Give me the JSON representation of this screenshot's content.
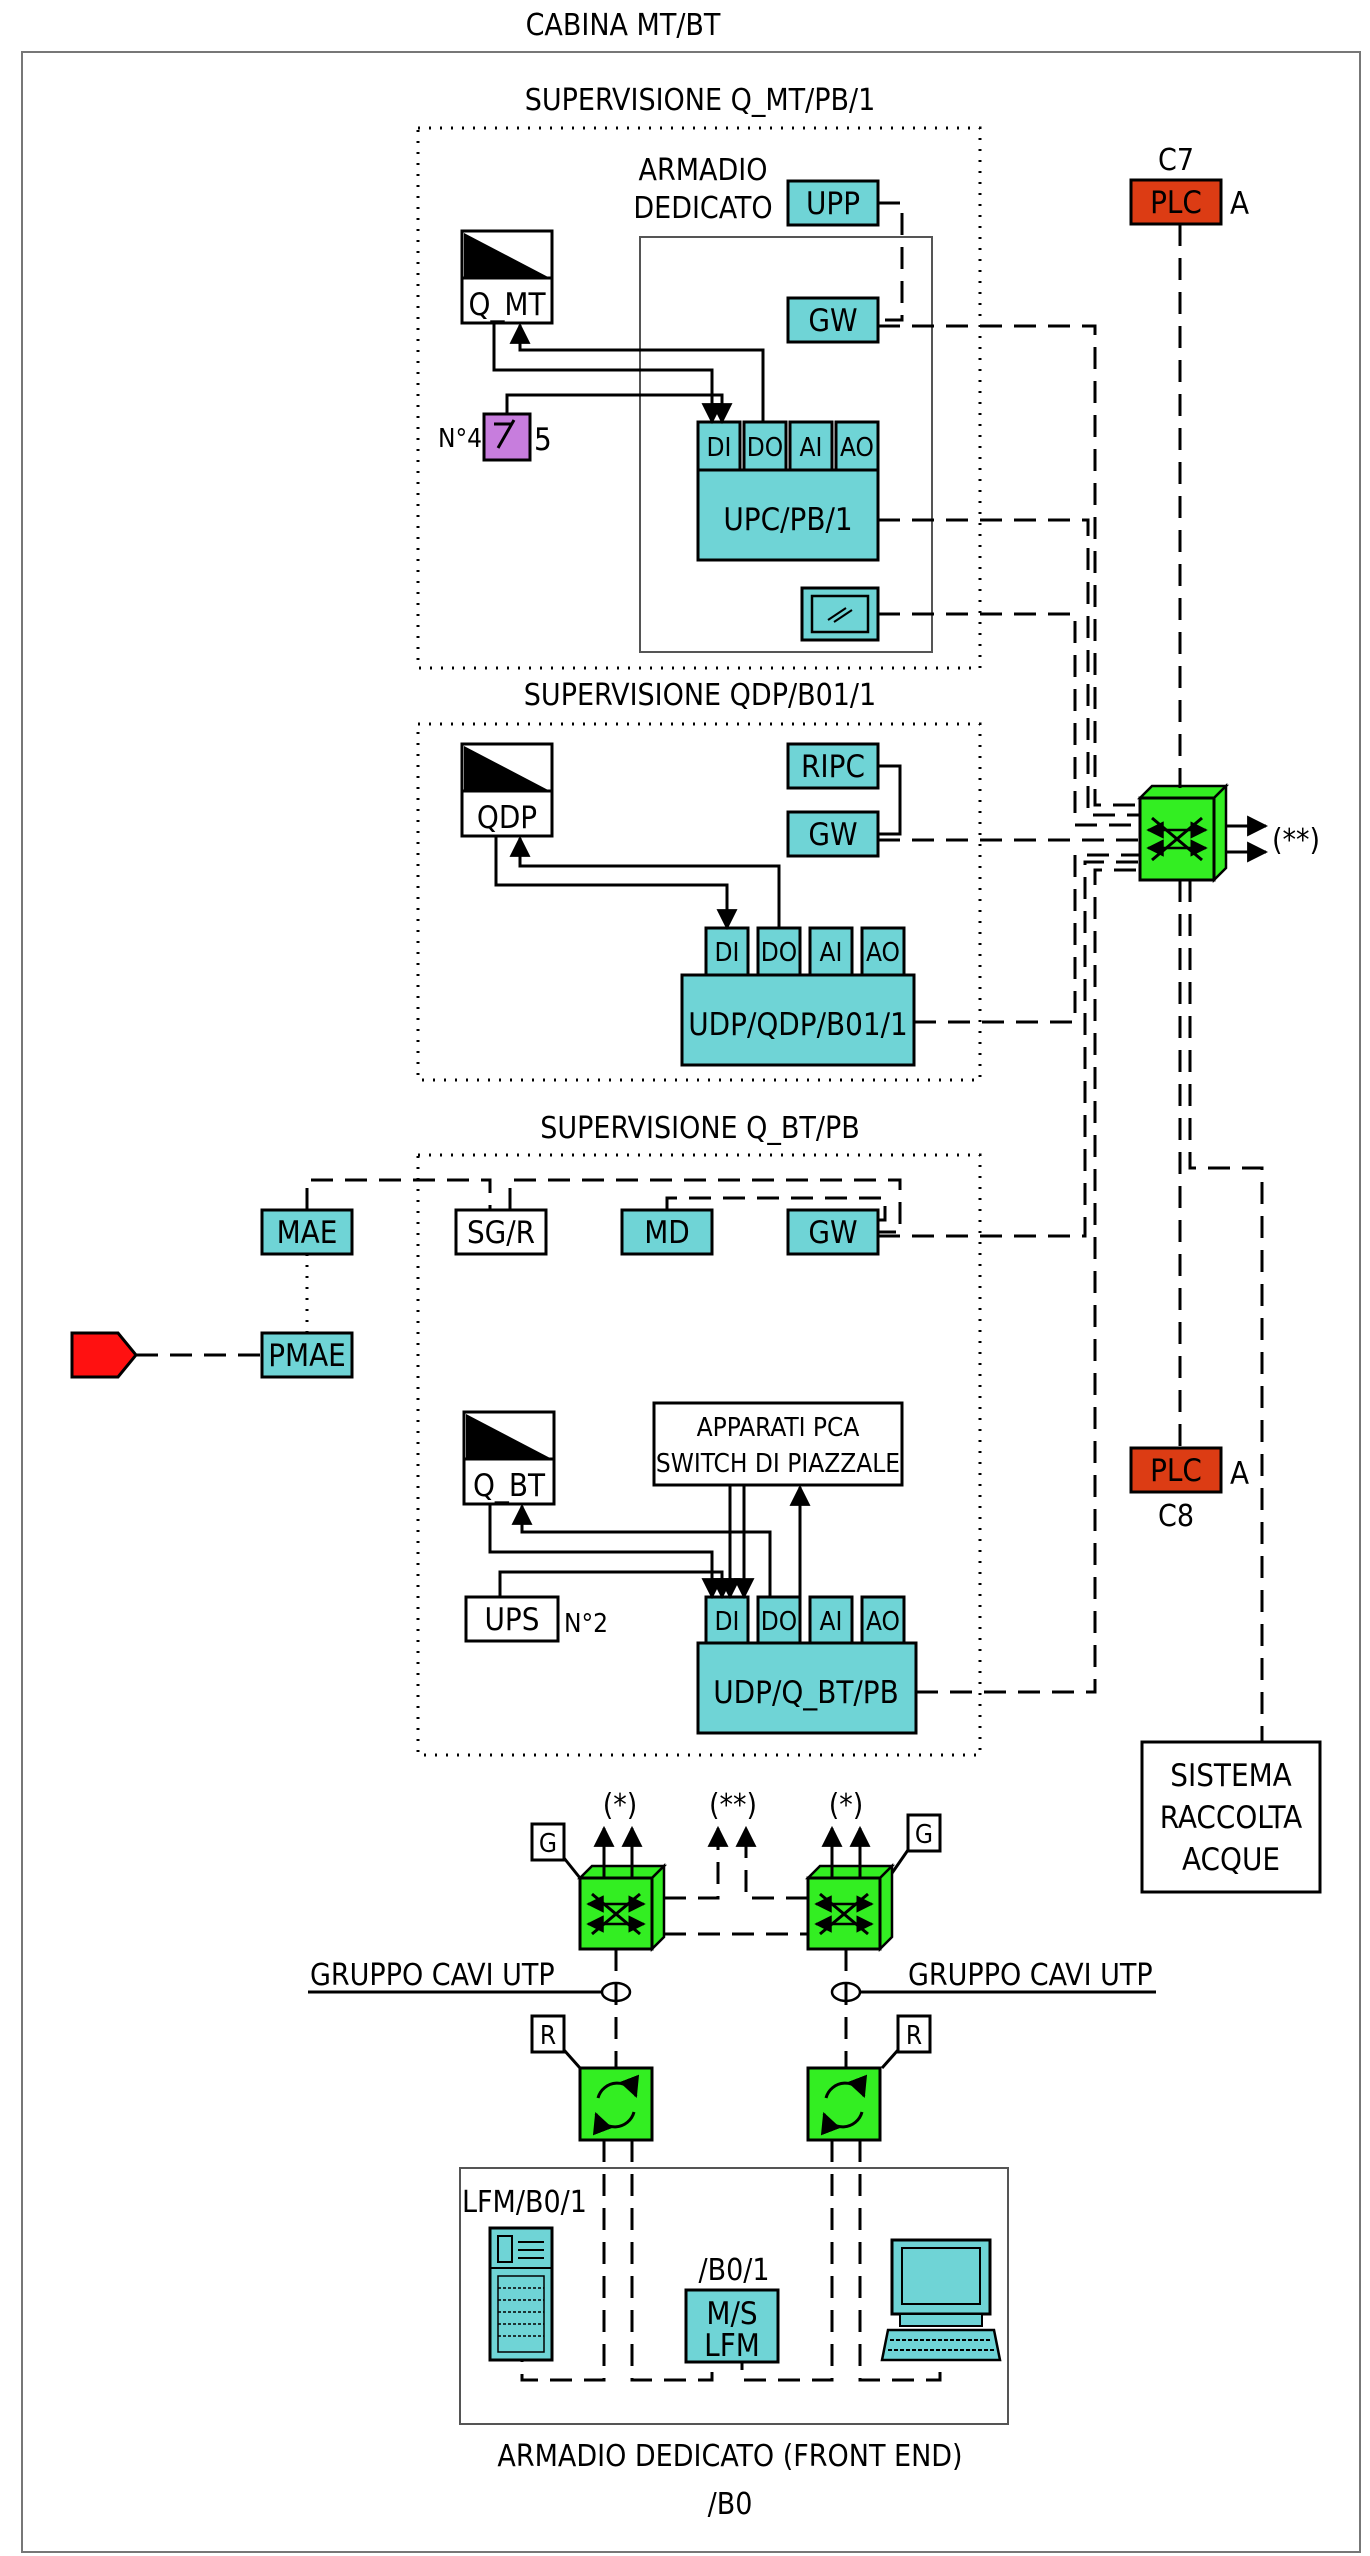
{
  "cabinet_title": "CABINA MT/BT",
  "sections": {
    "s1_title": "SUPERVISIONE Q_MT/PB/1",
    "s2_title": "SUPERVISIONE QDP/B01/1",
    "s3_title": "SUPERVISIONE Q_BT/PB"
  },
  "armadio_line1": "ARMADIO",
  "armadio_line2": "DEDICATO",
  "boxes": {
    "upp": "UPP",
    "gw": "GW",
    "q_mt": "Q_MT",
    "upc": "UPC/PB/1",
    "ripc": "RIPC",
    "qdp": "QDP",
    "udp_qdp": "UDP/QDP/B01/1",
    "mae": "MAE",
    "pmae": "PMAE",
    "sgr": "SG/R",
    "md": "MD",
    "q_bt": "Q_BT",
    "ups": "UPS",
    "udp_qbt": "UDP/Q_BT/PB",
    "apparati_l1": "APPARATI PCA",
    "apparati_l2": "SWITCH DI PIAZZALE",
    "plc": "PLC"
  },
  "io": {
    "di": "DI",
    "do": "DO",
    "ai": "AI",
    "ao": "AO"
  },
  "labels": {
    "n4": "N°4",
    "five": "5",
    "n2": "N°2",
    "c7": "C7",
    "c8": "C8",
    "a": "A",
    "double_star": "(**)",
    "star": "(*)",
    "g": "G",
    "r": "R",
    "gruppo_cavi": "GRUPPO CAVI UTP"
  },
  "sistema": {
    "l1": "SISTEMA",
    "l2": "RACCOLTA",
    "l3": "ACQUE"
  },
  "front_end": {
    "lfm": "LFM/B0/1",
    "bo1": "/B0/1",
    "ms": "M/S",
    "lfm2": "LFM",
    "title": "ARMADIO DEDICATO (FRONT END)",
    "subtitle": "/B0"
  },
  "colors": {
    "cyan_box": "#6fd4d6",
    "switch_green": "#33ee22",
    "plc_red": "#dc3c14",
    "flag_red": "#ff1111",
    "relay_purple": "#c77ddd"
  }
}
